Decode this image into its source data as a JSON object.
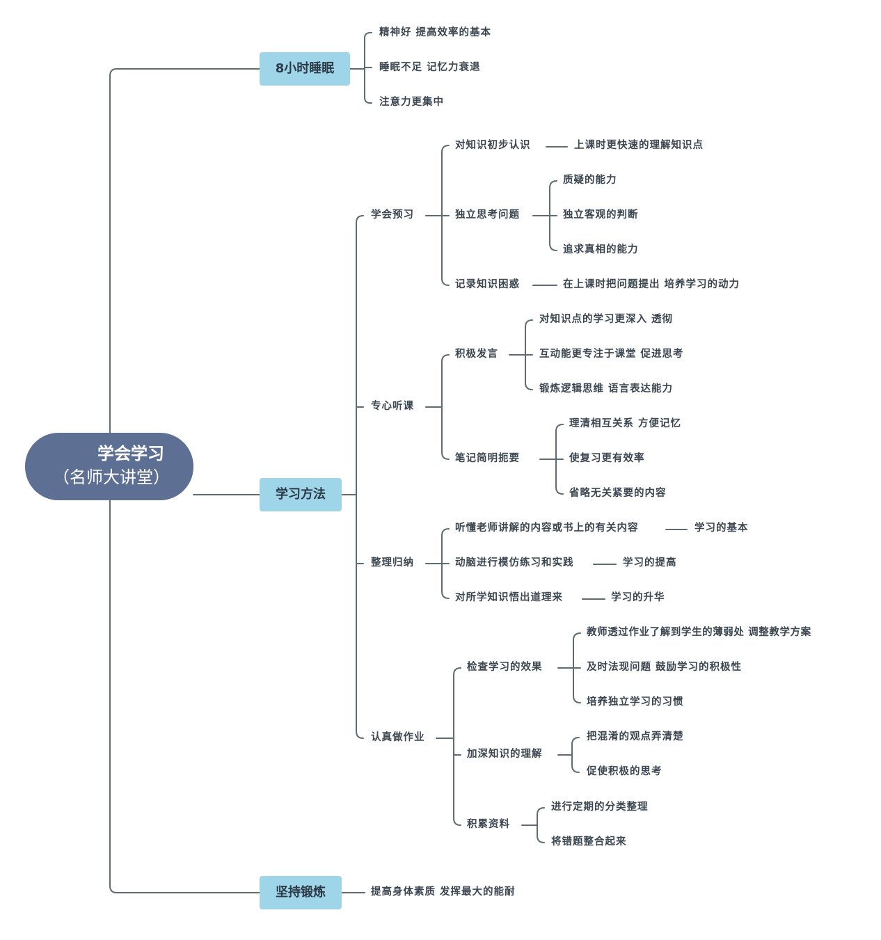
{
  "root": {
    "title": "学会学习",
    "subtitle": "（名师大讲堂）"
  },
  "sleep": {
    "label": "8小时睡眠",
    "items": [
      "精神好  提高效率的基本",
      "睡眠不足  记忆力衰退",
      "注意力更集中"
    ]
  },
  "method": {
    "label": "学习方法",
    "preview": {
      "label": "学会预习",
      "know": {
        "label": "对知识初步认识",
        "result": "上课时更快速的理解知识点"
      },
      "think": {
        "label": "独立思考问题",
        "items": [
          "质疑的能力",
          "独立客观的判断",
          "追求真相的能力"
        ]
      },
      "record": {
        "label": "记录知识困惑",
        "result": "在上课时把问题提出  培养学习的动力"
      }
    },
    "listen": {
      "label": "专心听课",
      "speak": {
        "label": "积极发言",
        "items": [
          "对知识点的学习更深入  透彻",
          "互动能更专注于课堂  促进思考",
          "锻炼逻辑思维  语言表达能力"
        ]
      },
      "notes": {
        "label": "笔记简明扼要",
        "items": [
          "理清相互关系  方便记忆",
          "使复习更有效率",
          "省略无关紧要的内容"
        ]
      }
    },
    "summary": {
      "label": "整理归纳",
      "understand": {
        "label": "听懂老师讲解的内容或书上的有关内容",
        "result": "学习的基本"
      },
      "practice": {
        "label": "动脑进行模仿练习和实践",
        "result": "学习的提高"
      },
      "insight": {
        "label": "对所学知识悟出道理来",
        "result": "学习的升华"
      }
    },
    "homework": {
      "label": "认真做作业",
      "check": {
        "label": "检查学习的效果",
        "items": [
          "教师透过作业了解到学生的薄弱处  调整教学方案",
          "及时法现问题  鼓励学习的积极性",
          "培养独立学习的习惯"
        ]
      },
      "deepen": {
        "label": "加深知识的理解",
        "items": [
          "把混淆的观点弄清楚",
          "促使积极的思考"
        ]
      },
      "collect": {
        "label": "积累资料",
        "items": [
          "进行定期的分类整理",
          "将错题整合起来"
        ]
      }
    }
  },
  "exercise": {
    "label": "坚持锻炼",
    "item": "提高身体素质  发挥最大的能耐"
  },
  "colors": {
    "root": "#5d7093",
    "main_node": "#9fd5e8",
    "line": "#5f6b72",
    "text": "#3c4650"
  }
}
